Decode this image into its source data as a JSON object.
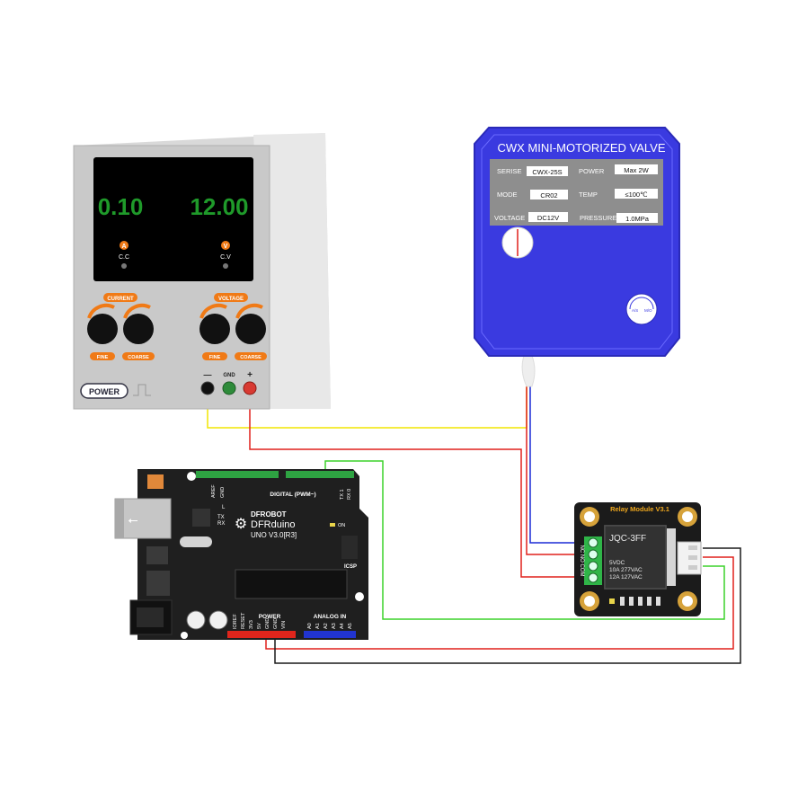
{
  "psu": {
    "current_reading": "0.10",
    "voltage_reading": "12.00",
    "a_badge": "A",
    "cc_label": "C.C",
    "v_badge": "V",
    "cv_label": "C.V",
    "current_group": "CURRENT",
    "voltage_group": "VOLTAGE",
    "fine_1": "FINE",
    "coarse_1": "COARSE",
    "fine_2": "FINE",
    "coarse_2": "COARSE",
    "power_label": "POWER",
    "minus_label": "—",
    "gnd_label": "GND",
    "plus_label": "+"
  },
  "valve": {
    "title": "CWX MINI-MOTORIZED VALVE",
    "serise_label": "SERISE",
    "serise_value": "CWX-25S",
    "power_label": "POWER",
    "power_value": "Max 2W",
    "mode_label": "MODE",
    "mode_value": "CR02",
    "temp_label": "TEMP",
    "temp_value": "≤100℃",
    "voltage_label": "VOLTAGE",
    "voltage_value": "DC12V",
    "pressure_label": "PRESSURE",
    "pressure_value": "1.0MPa",
    "dial_left": "A/S",
    "dial_right": "M/O"
  },
  "relay": {
    "title": "Relay Module V3.1",
    "relay_model": "JQC-3FF",
    "spec_1": "5VDC",
    "spec_2": "10A  277VAC",
    "spec_3": "12A  127VAC",
    "pin_labels": "NC NO COM"
  },
  "arduino": {
    "brand": "DFROBOT",
    "model": "DFRduino",
    "version": "UNO V3.0[R3]",
    "digital_label": "DIGITAL (PWM~)",
    "analog_label": "ANALOG IN",
    "power_label": "POWER",
    "icsp_label": "ICSP",
    "on_label": "ON",
    "aref": "AREF",
    "gnd": "GND",
    "l_label": "L",
    "tx_label": "TX",
    "rx_label": "RX",
    "tx0": "TX 1",
    "rx0": "RX 0",
    "ioref": "IOREF",
    "reset": "RESET",
    "v33": "3V3",
    "v5": "5V",
    "gnd1": "GND",
    "gnd2": "GND",
    "vin": "VIN",
    "a0": "A0",
    "a1": "A1",
    "a2": "A2",
    "a3": "A3",
    "a4": "A4",
    "a5": "A5"
  },
  "colors": {
    "wire_yellow": "#f2e600",
    "wire_red": "#e0201b",
    "wire_green": "#3cd22a",
    "wire_black": "#1a1a1a",
    "wire_blue": "#1c2bd6",
    "valve_blue": "#3a3ae0",
    "display_green": "#1f9a2a",
    "accent_orange": "#f07a16"
  }
}
